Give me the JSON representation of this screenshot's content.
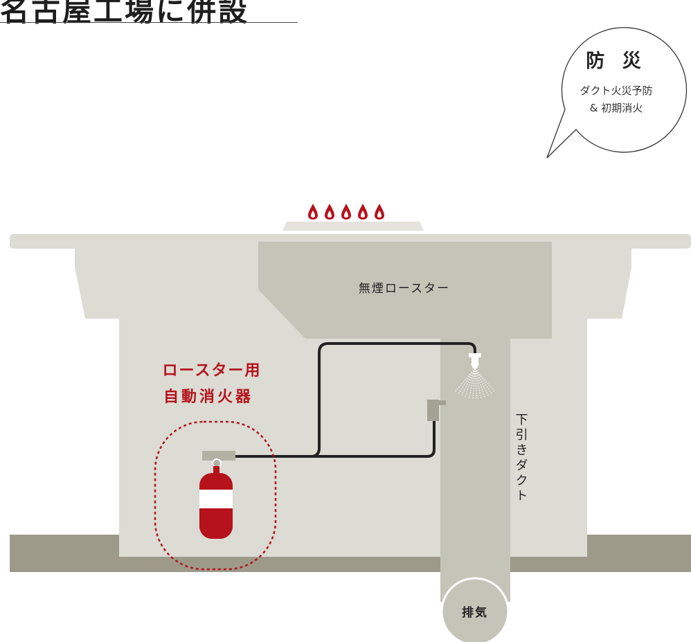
{
  "heading": "名古屋工場に併設",
  "callout": {
    "title": "防 災",
    "line1": "ダクト火災予防",
    "line2": "& 初期消火"
  },
  "diagram": {
    "roaster_label": "無煙ロースター",
    "extinguisher_label_line1": "ロースター用",
    "extinguisher_label_line2": "自動消火器",
    "duct_label": "下引きダクト",
    "exhaust_label": "排気",
    "flame_count": 5
  },
  "colors": {
    "accent_red": "#b5121b",
    "table": "#dcdbd4",
    "roaster": "#c5c4b9",
    "floor": "#9d9a8a",
    "pipe": "#222222"
  }
}
